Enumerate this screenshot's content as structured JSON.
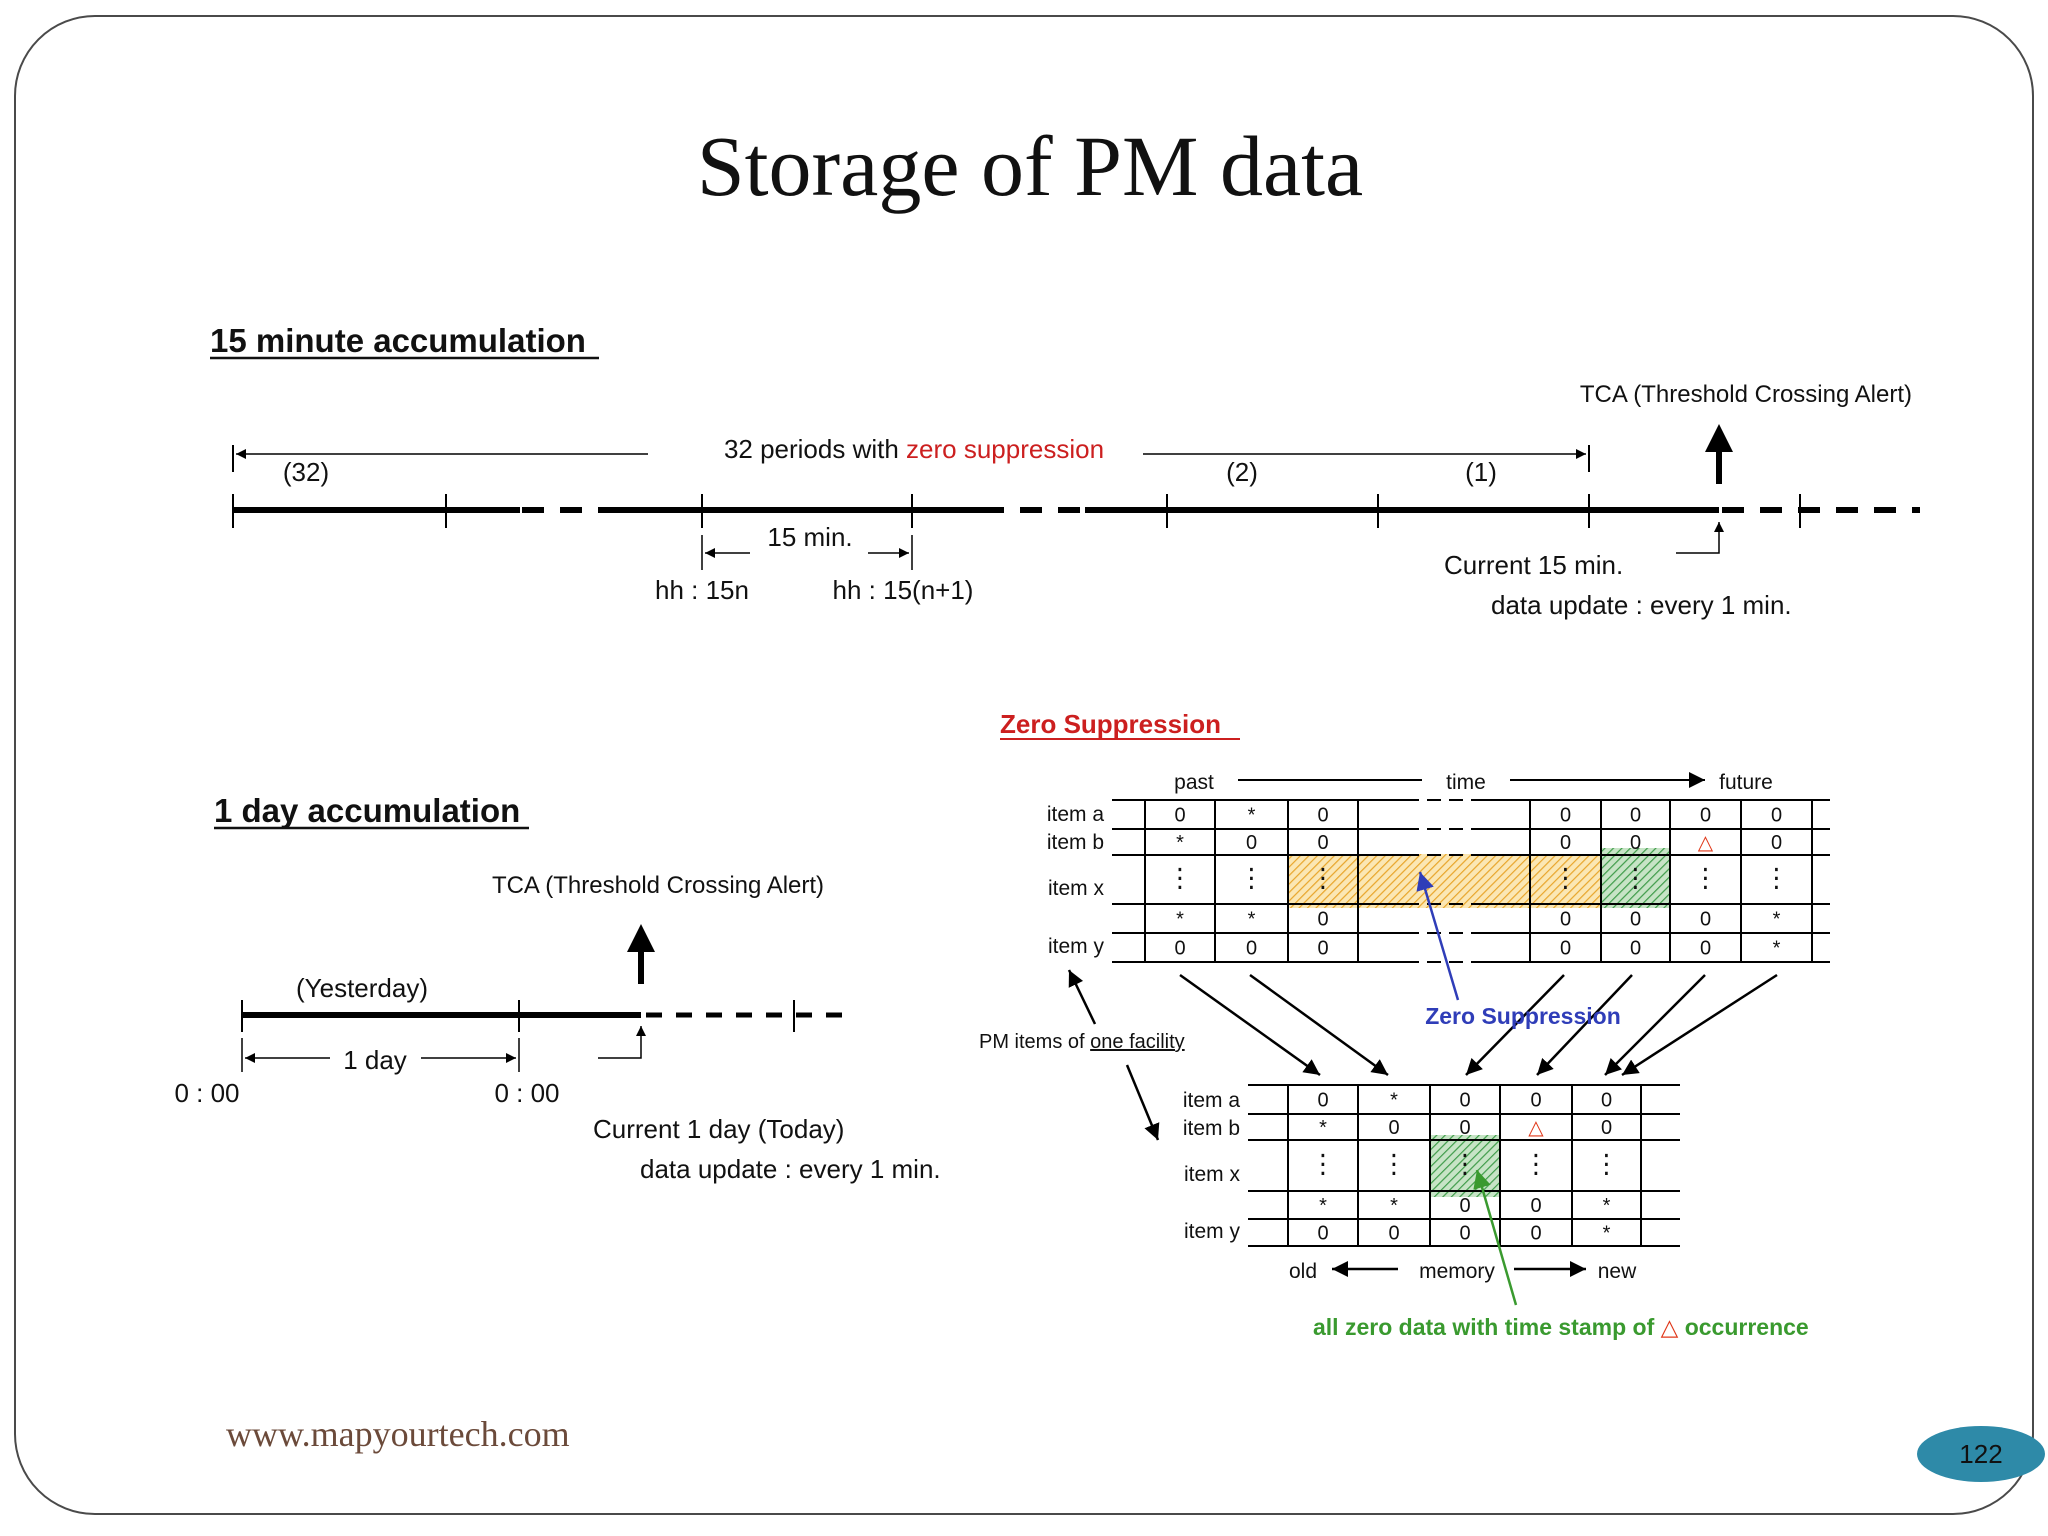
{
  "slide": {
    "title": "Storage of PM data",
    "website": "www.mapyourtech.com",
    "page_number": "122"
  },
  "sec15": {
    "heading": "15 minute accumulation",
    "tca": "TCA (Threshold Crossing Alert)",
    "periods_prefix": "32 periods with ",
    "periods_highlight": "zero suppression",
    "label_32": "(32)",
    "label_2": "(2)",
    "label_1": "(1)",
    "interval": "15 min.",
    "start_time": "hh : 15n",
    "end_time": "hh : 15(n+1)",
    "current": "Current 15 min.",
    "update": "data update  :  every 1 min."
  },
  "sec1d": {
    "heading": "1 day accumulation",
    "tca": "TCA (Threshold Crossing Alert)",
    "yesterday": "(Yesterday)",
    "interval": "1 day",
    "start_time": "0 : 00",
    "end_time": "0 : 00",
    "current": "Current 1 day (Today)",
    "update": "data update  :  every 1 min."
  },
  "zs": {
    "heading": "Zero Suppression",
    "past": "past",
    "time": "time",
    "future": "future",
    "old": "old",
    "memory": "memory",
    "new": "new",
    "zs_label": "Zero Suppression",
    "pm_items_prefix": "PM items of ",
    "pm_items_link": "one facility",
    "note_prefix": "all zero data with time stamp of ",
    "note_suffix": " occurrence",
    "row_labels": [
      "item a",
      "item b",
      "item x",
      "item y"
    ],
    "top_grid": [
      [
        "0",
        "*",
        "0",
        "",
        "0",
        "0",
        "0",
        "0"
      ],
      [
        "*",
        "0",
        "0",
        "",
        "0",
        "0",
        "△",
        "0"
      ],
      [
        "⋮",
        "⋮",
        "⋮",
        "",
        "⋮",
        "⋮",
        "⋮",
        "⋮"
      ],
      [
        "*",
        "*",
        "0",
        "",
        "0",
        "0",
        "0",
        "*"
      ],
      [
        "0",
        "0",
        "0",
        "",
        "0",
        "0",
        "0",
        "*"
      ]
    ],
    "bottom_grid": [
      [
        "0",
        "*",
        "0",
        "0",
        "0"
      ],
      [
        "*",
        "0",
        "0",
        "△",
        "0"
      ],
      [
        "⋮",
        "⋮",
        "⋮",
        "⋮",
        "⋮"
      ],
      [
        "*",
        "*",
        "0",
        "0",
        "*"
      ],
      [
        "0",
        "0",
        "0",
        "0",
        "*"
      ]
    ]
  },
  "colors": {
    "red_text": "#cc1f1f",
    "zs_blue": "#2f3db8",
    "note_green": "#3a9a2f",
    "page_badge": "#2e8aa8",
    "hatch_orange": "#f0b040",
    "hatch_green": "#3f9c4a"
  }
}
